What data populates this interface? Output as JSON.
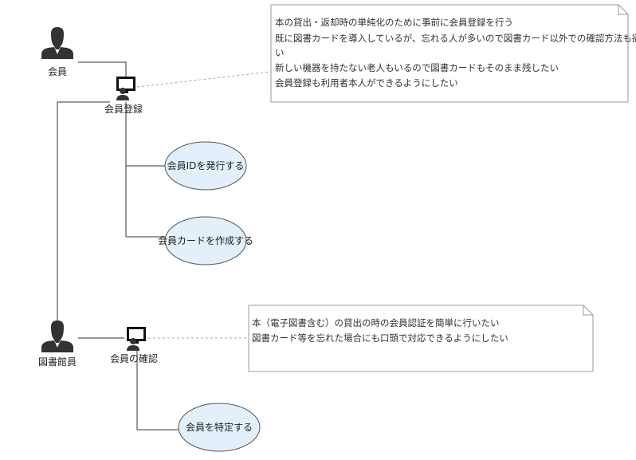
{
  "actors": {
    "member": {
      "label": "会員"
    },
    "librarian": {
      "label": "図書館員"
    }
  },
  "processes": {
    "registration": {
      "label": "会員登録"
    },
    "confirmation": {
      "label": "会員の確認"
    }
  },
  "use_cases": {
    "issue_id": {
      "label": "会員IDを発行する"
    },
    "create_card": {
      "label": "会員カードを作成する"
    },
    "identify_member": {
      "label": "会員を特定する"
    }
  },
  "notes": {
    "registration_note": {
      "lines": [
        "本の貸出・返却時の単純化のために事前に会員登録を行う",
        "既に図書カードを導入しているが、忘れる人が多いので図書カード以外での確認方法も欲し",
        "い",
        "新しい機器を持たない老人もいるので図書カードもそのまま残したい",
        "会員登録も利用者本人ができるようにしたい"
      ]
    },
    "confirmation_note": {
      "lines": [
        "本（電子図書含む）の貸出の時の会員認証を簡単に行いたい",
        "図書カード等を忘れた場合にも口頭で対応できるようにしたい"
      ]
    }
  },
  "colors": {
    "usecase_fill": "#e3effb",
    "usecase_stroke": "#555555",
    "line": "#333333",
    "note_stroke": "#999999",
    "actor": "#333333"
  }
}
